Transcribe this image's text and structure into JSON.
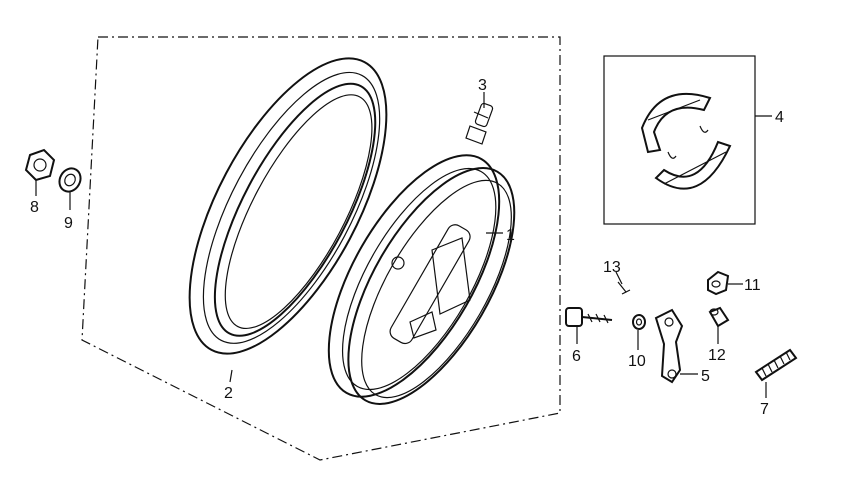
{
  "parts": [
    {
      "id": "rim",
      "label": "1"
    },
    {
      "id": "tire",
      "label": "2"
    },
    {
      "id": "valve",
      "label": "3"
    },
    {
      "id": "brake-shoes",
      "label": "4"
    },
    {
      "id": "brake-arm",
      "label": "5"
    },
    {
      "id": "brake-cam",
      "label": "6"
    },
    {
      "id": "spring",
      "label": "7"
    },
    {
      "id": "axle-nut",
      "label": "8"
    },
    {
      "id": "washer",
      "label": "9"
    },
    {
      "id": "small-washer",
      "label": "10"
    },
    {
      "id": "bushing",
      "label": "11"
    },
    {
      "id": "sleeve",
      "label": "12"
    },
    {
      "id": "pin",
      "label": "13"
    }
  ]
}
